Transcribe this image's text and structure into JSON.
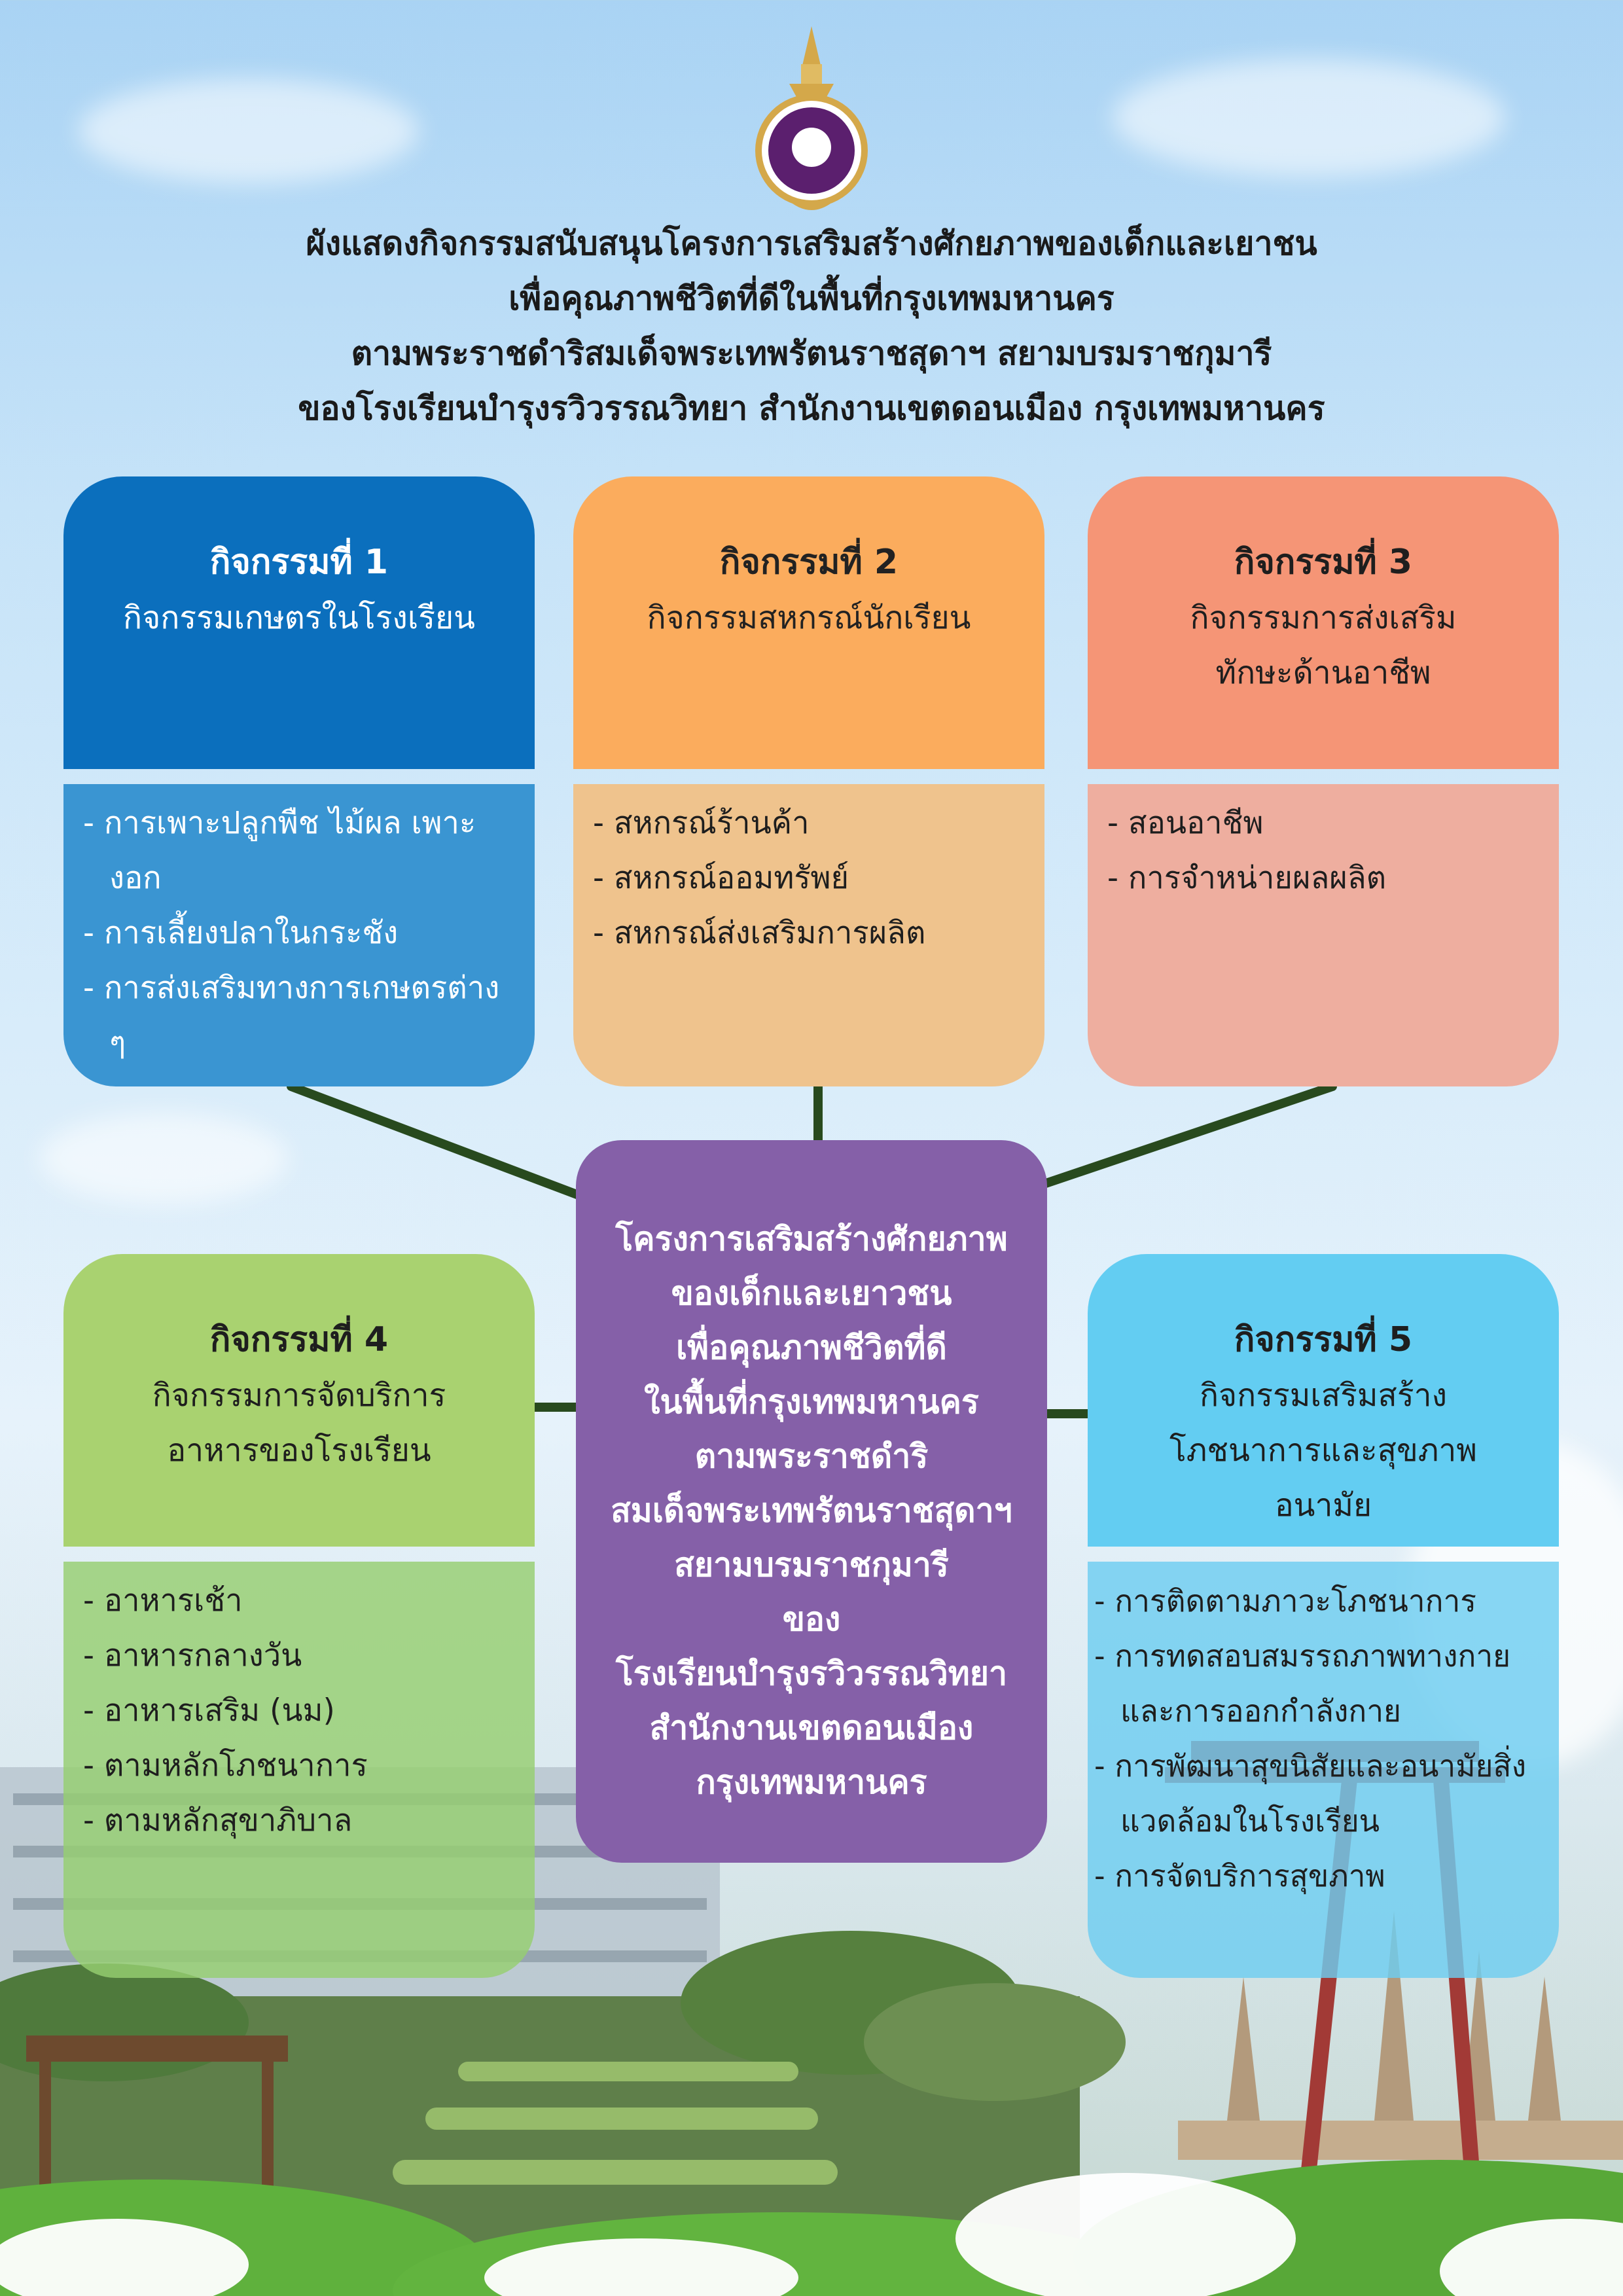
{
  "header": {
    "title_lines": [
      "ผังแสดงกิจกรรมสนับสนุนโครงการเสริมสร้างศักยภาพของเด็กและเยาชน",
      "เพื่อคุณภาพชีวิตที่ดีในพื้นที่กรุงเทพมหานคร",
      "ตามพระราชดำริสมเด็จพระเทพรัตนราชสุดาฯ สยามบรมราชกุมารี",
      "ของโรงเรียนบำรุงรวิวรรณวิทยา สำนักงานเขตดอนเมือง กรุงเทพมหานคร"
    ]
  },
  "center": {
    "lines": [
      "โครงการเสริมสร้างศักยภาพ",
      "ของเด็กและเยาวชน",
      "เพื่อคุณภาพชีวิตที่ดี",
      "ในพื้นที่กรุงเทพมหานคร",
      "ตามพระราชดำริ",
      "สมเด็จพระเทพรัตนราชสุดาฯ",
      "สยามบรมราชกุมารี",
      "ของ",
      "โรงเรียนบำรุงรวิวรรณวิทยา",
      "สำนักงานเขตดอนเมือง",
      "กรุงเทพมหานคร"
    ]
  },
  "activities": [
    {
      "title": "กิจกรรมที่ 1",
      "subtitle_lines": [
        "กิจกรรมเกษตรในโรงเรียน"
      ],
      "items": [
        "การเพาะปลูกพืช ไม้ผล เพาะงอก",
        "การเลี้ยงปลาในกระชัง",
        "การส่งเสริมทางการเกษตรต่าง ๆ"
      ],
      "head_color": "#0b6fbd",
      "body_color": "#3a95d2"
    },
    {
      "title": "กิจกรรมที่ 2",
      "subtitle_lines": [
        "กิจกรรมสหกรณ์นักเรียน"
      ],
      "items": [
        "สหกรณ์ร้านค้า",
        "สหกรณ์ออมทรัพย์",
        "สหกรณ์ส่งเสริมการผลิต"
      ],
      "head_color": "#fbac5d",
      "body_color": "#efc38d"
    },
    {
      "title": "กิจกรรมที่ 3",
      "subtitle_lines": [
        "กิจกรรมการส่งเสริม",
        "ทักษะด้านอาชีพ"
      ],
      "items": [
        "สอนอาชีพ",
        "การจำหน่ายผลผลิต"
      ],
      "head_color": "#f59576",
      "body_color": "#eeae9f"
    },
    {
      "title": "กิจกรรมที่ 4",
      "subtitle_lines": [
        "กิจกรรมการจัดบริการ",
        "อาหารของโรงเรียน"
      ],
      "items": [
        "อาหารเช้า",
        "อาหารกลางวัน",
        "อาหารเสริม (นม)",
        "ตามหลักโภชนาการ",
        "ตามหลักสุขาภิบาล"
      ],
      "head_color": "#a9d270",
      "body_color": "#96ce70"
    },
    {
      "title": "กิจกรรมที่ 5",
      "subtitle_lines": [
        "กิจกรรมเสริมสร้าง",
        "โภชนาการและสุขภาพ",
        "อนามัย"
      ],
      "items": [
        "การติดตามภาวะโภชนาการ",
        "การทดสอบสมรรถภาพทางกายและการออกกำลังกาย",
        "การพัฒนาสุขนิสัยและอนามัยสิ่งแวดล้อมในโรงเรียน",
        "การจัดบริการสุขภาพ"
      ],
      "head_color": "#63cdf2",
      "body_color": "#6ecdf0"
    }
  ],
  "colors": {
    "connector": "#284a1e",
    "center_box": "#8560a8",
    "logo_purple": "#5b1f6e",
    "logo_gold": "#d4a84a"
  }
}
